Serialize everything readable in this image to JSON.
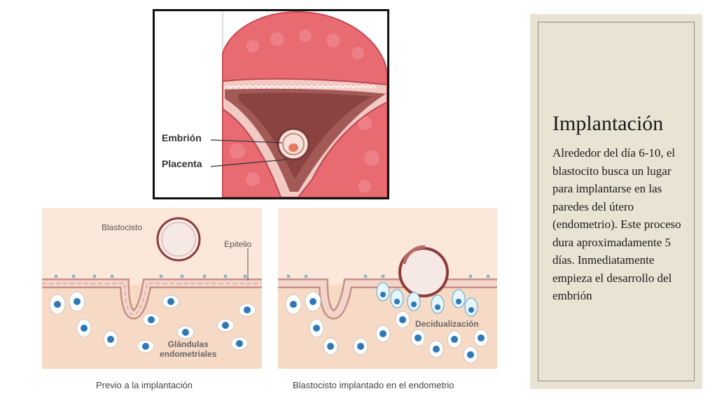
{
  "figure_top": {
    "labels": {
      "embryo": "Embrión",
      "placenta": "Placenta"
    }
  },
  "figure_left": {
    "labels": {
      "blastocyst": "Blastocisto",
      "epithelium": "Epitelio",
      "glands": "Glándulas\nendometriales"
    },
    "caption": "Previo a la implantación"
  },
  "figure_right": {
    "labels": {
      "decidualization": "Decidualización"
    },
    "caption": "Blastocisto implantado en el endometrio"
  },
  "text_panel": {
    "title": "Implantación",
    "body": "Alrededor del día 6-10, el blastocito busca un lugar para implantarse en las paredes del útero (endometrio). Este proceso dura aproximadamente 5 días. Inmediatamente empieza el desarrollo del embrión"
  },
  "colors": {
    "uterus_red": "#e0656b",
    "lining": "#f3c9c4",
    "panel_bg": "#f6dac5",
    "text_box": "#e9e3d3"
  }
}
